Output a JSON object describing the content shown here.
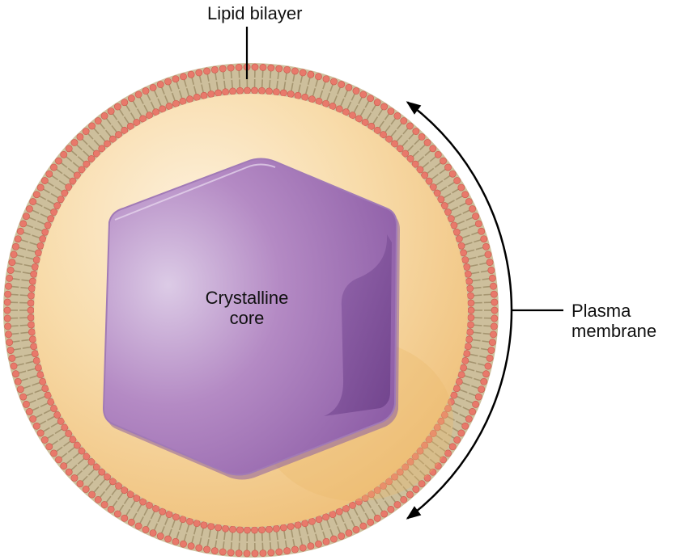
{
  "labels": {
    "lipid_bilayer": "Lipid bilayer",
    "crystalline_core_line1": "Crystalline",
    "crystalline_core_line2": "core",
    "plasma_membrane_line1": "Plasma",
    "plasma_membrane_line2": "membrane"
  },
  "colors": {
    "cytoplasm": "#f7d08f",
    "cytoplasm_highlight": "#fdf0da",
    "core_fill": "#a57ab8",
    "core_highlight": "#dccbe6",
    "core_shadow": "#74478f",
    "lipid_head": "#e8796b",
    "lipid_tail": "#a59570",
    "leader": "#000000"
  }
}
